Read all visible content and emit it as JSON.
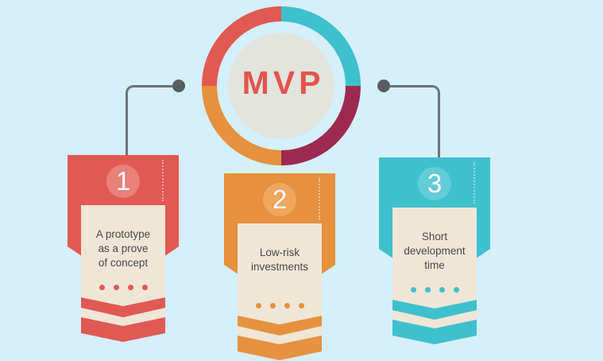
{
  "background_color": "#d5effb",
  "center": {
    "label": "MVP",
    "label_color": "#e0554d",
    "inner_circle_color": "#e4e4df",
    "ring_segments": [
      {
        "name": "top-right",
        "color": "#3fc0ce"
      },
      {
        "name": "bottom-right",
        "color": "#9e2950"
      },
      {
        "name": "bottom-left",
        "color": "#e5913e"
      },
      {
        "name": "top-left",
        "color": "#e15953"
      }
    ]
  },
  "connectors": {
    "line_color": "#6e7478",
    "dot_color": "#585d60",
    "count": 2
  },
  "card_color": "#efe6d7",
  "text_color": "#4a4a49",
  "items": [
    {
      "number": "1",
      "label": "A prototype as a prove of concept",
      "lines": [
        "A prototype",
        "as a prove",
        "of concept"
      ],
      "color": "#e15953",
      "badge_color": "#ea8078"
    },
    {
      "number": "2",
      "label": "Low-risk investments",
      "lines": [
        "Low-risk",
        "investments"
      ],
      "color": "#e5913e",
      "badge_color": "#efa75e"
    },
    {
      "number": "3",
      "label": "Short development time",
      "lines": [
        "Short",
        "development",
        "time"
      ],
      "color": "#3fc0ce",
      "badge_color": "#63ccd9"
    }
  ]
}
